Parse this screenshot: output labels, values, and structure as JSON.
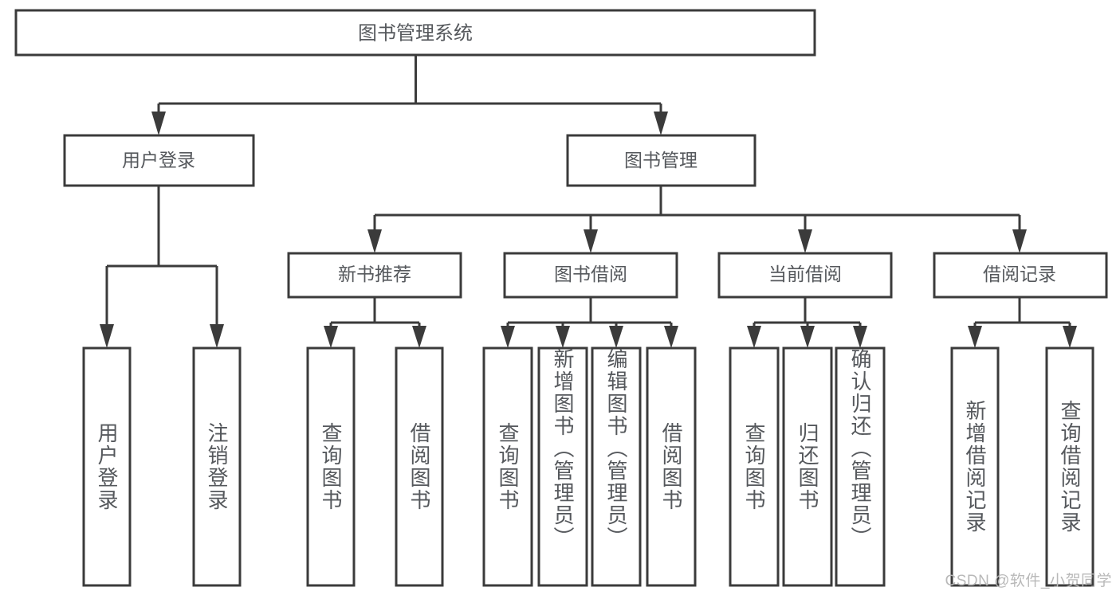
{
  "diagram": {
    "title": "图书管理系统",
    "type": "hierarchy-tree",
    "orientation": "top-down",
    "style": {
      "box_fill": "#ffffff",
      "box_stroke": "#3b3b3b",
      "text_color": "#55585c",
      "background": "#ffffff",
      "watermark_color": "#b9b9b9"
    },
    "levels": {
      "root": "图书管理系统",
      "level2": [
        "用户登录",
        "图书管理"
      ],
      "level3": [
        "新书推荐",
        "图书借阅",
        "当前借阅",
        "借阅记录"
      ]
    },
    "root": {
      "label": "图书管理系统",
      "children": [
        {
          "label": "用户登录",
          "children": [
            {
              "label": "用户登录"
            },
            {
              "label": "注销登录"
            }
          ]
        },
        {
          "label": "图书管理",
          "children": [
            {
              "label": "新书推荐",
              "children": [
                {
                  "label": "查询图书"
                },
                {
                  "label": "借阅图书"
                }
              ]
            },
            {
              "label": "图书借阅",
              "children": [
                {
                  "label": "查询图书"
                },
                {
                  "label": "新增图书（管理员）"
                },
                {
                  "label": "编辑图书（管理员）"
                },
                {
                  "label": "借阅图书"
                }
              ]
            },
            {
              "label": "当前借阅",
              "children": [
                {
                  "label": "查询图书"
                },
                {
                  "label": "归还图书"
                },
                {
                  "label": "确认归还（管理员）"
                }
              ]
            },
            {
              "label": "借阅记录",
              "children": [
                {
                  "label": "新增借阅记录"
                },
                {
                  "label": "查询借阅记录"
                }
              ]
            }
          ]
        }
      ]
    }
  },
  "watermark": {
    "text": "CSDN @软件_小贺同学"
  }
}
